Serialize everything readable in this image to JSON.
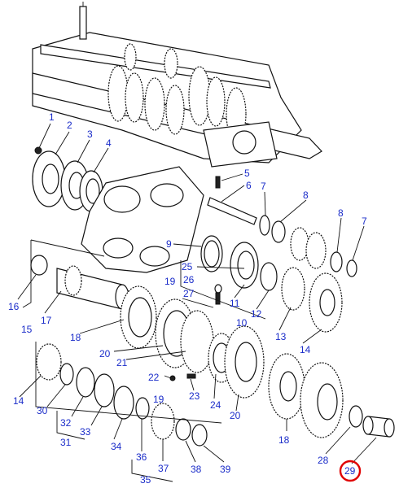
{
  "accent_color": "#1a2cc9",
  "highlight_color": "#e00000",
  "highlighted_callout": "29",
  "callouts": [
    {
      "id": "c1",
      "text": "1"
    },
    {
      "id": "c2",
      "text": "2"
    },
    {
      "id": "c3",
      "text": "3"
    },
    {
      "id": "c4",
      "text": "4"
    },
    {
      "id": "c5",
      "text": "5"
    },
    {
      "id": "c6",
      "text": "6"
    },
    {
      "id": "c7a",
      "text": "7"
    },
    {
      "id": "c8a",
      "text": "8"
    },
    {
      "id": "c8b",
      "text": "8"
    },
    {
      "id": "c7b",
      "text": "7"
    },
    {
      "id": "c9",
      "text": "9"
    },
    {
      "id": "c25",
      "text": "25"
    },
    {
      "id": "c19a",
      "text": "19"
    },
    {
      "id": "c26",
      "text": "26"
    },
    {
      "id": "c27",
      "text": "27"
    },
    {
      "id": "c11",
      "text": "11"
    },
    {
      "id": "c12",
      "text": "12"
    },
    {
      "id": "c13",
      "text": "13"
    },
    {
      "id": "c14a",
      "text": "14"
    },
    {
      "id": "c16",
      "text": "16"
    },
    {
      "id": "c17",
      "text": "17"
    },
    {
      "id": "c15",
      "text": "15"
    },
    {
      "id": "c18a",
      "text": "18"
    },
    {
      "id": "c10",
      "text": "10"
    },
    {
      "id": "c20a",
      "text": "20"
    },
    {
      "id": "c21",
      "text": "21"
    },
    {
      "id": "c22",
      "text": "22"
    },
    {
      "id": "c23",
      "text": "23"
    },
    {
      "id": "c24",
      "text": "24"
    },
    {
      "id": "c20b",
      "text": "20"
    },
    {
      "id": "c14b",
      "text": "14"
    },
    {
      "id": "c30",
      "text": "30"
    },
    {
      "id": "c32",
      "text": "32"
    },
    {
      "id": "c33",
      "text": "33"
    },
    {
      "id": "c31",
      "text": "31"
    },
    {
      "id": "c34",
      "text": "34"
    },
    {
      "id": "c19b",
      "text": "19"
    },
    {
      "id": "c36",
      "text": "36"
    },
    {
      "id": "c35",
      "text": "35"
    },
    {
      "id": "c37",
      "text": "37"
    },
    {
      "id": "c38",
      "text": "38"
    },
    {
      "id": "c39",
      "text": "39"
    },
    {
      "id": "c18b",
      "text": "18"
    },
    {
      "id": "c28",
      "text": "28"
    },
    {
      "id": "c29",
      "text": "29"
    }
  ]
}
